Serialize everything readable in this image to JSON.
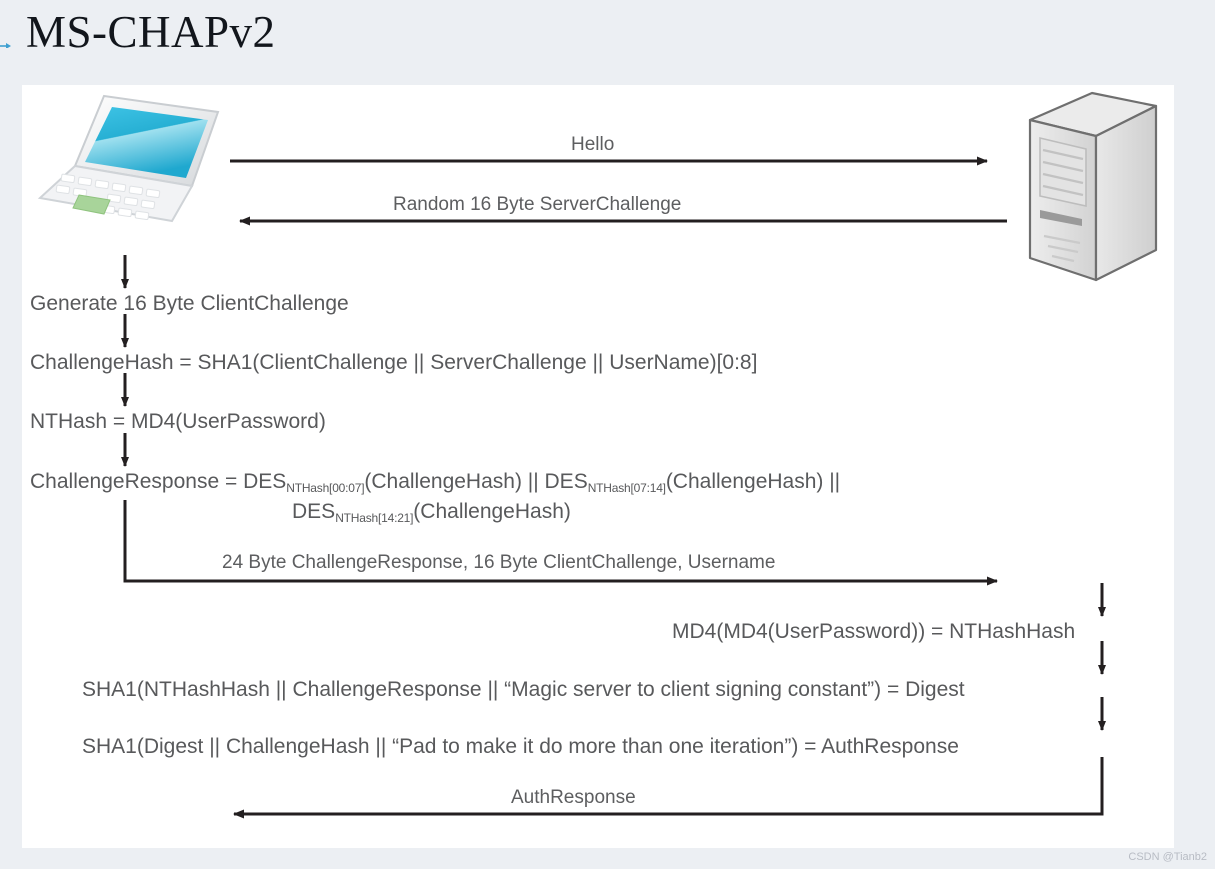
{
  "slide": {
    "bullet_icon": "small-blue-arrow-bullet",
    "title": "MS-CHAPv2"
  },
  "diagram": {
    "actors": {
      "client": {
        "icon": "laptop-icon",
        "label": "Client laptop"
      },
      "server": {
        "icon": "server-tower-icon",
        "label": "Server tower"
      }
    },
    "messages": [
      {
        "id": "hello",
        "text": "Hello",
        "direction": "client-to-server"
      },
      {
        "id": "server-challenge",
        "text": "Random 16 Byte ServerChallenge",
        "direction": "server-to-client"
      },
      {
        "id": "challenge-response-msg",
        "text": "24 Byte ChallengeResponse, 16 Byte ClientChallenge, Username",
        "direction": "client-to-server"
      },
      {
        "id": "auth-response-msg",
        "text": "AuthResponse",
        "direction": "server-to-client"
      }
    ],
    "client_steps": [
      {
        "id": "generate-client-challenge",
        "text": "Generate 16 Byte ClientChallenge"
      },
      {
        "id": "challenge-hash",
        "text": "ChallengeHash = SHA1(ClientChallenge || ServerChallenge || UserName)[0:8]"
      },
      {
        "id": "nt-hash",
        "text": "NTHash = MD4(UserPassword)"
      }
    ],
    "challenge_response_step": {
      "id": "challenge-response",
      "prefix": "ChallengeResponse = DES",
      "sub1": "NTHash[00:07]",
      "mid1": "(ChallengeHash) || DES",
      "sub2": "NTHash[07:14]",
      "mid2": "(ChallengeHash) ||",
      "line2_prefix": "DES",
      "sub3": "NTHash[14:21]",
      "line2_suffix": "(ChallengeHash)"
    },
    "server_steps": [
      {
        "id": "nt-hash-hash",
        "text": "MD4(MD4(UserPassword)) = NTHashHash"
      },
      {
        "id": "digest",
        "text": "SHA1(NTHashHash || ChallengeResponse || “Magic server to client signing constant”) = Digest"
      },
      {
        "id": "auth-response",
        "text": "SHA1(Digest || ChallengeHash || “Pad to make it do more than one iteration”) = AuthResponse"
      }
    ]
  },
  "watermark": "CSDN @Tianb2",
  "colors": {
    "page_background": "#eceff3",
    "panel_background": "#ffffff",
    "text": "#58595b",
    "line": "#231f20",
    "title": "#12161c",
    "laptop_screen": "#29b6d8",
    "laptop_trackpad": "#a8d49a",
    "server_body": "#d9d9d9",
    "watermark": "#b8bcc4"
  }
}
